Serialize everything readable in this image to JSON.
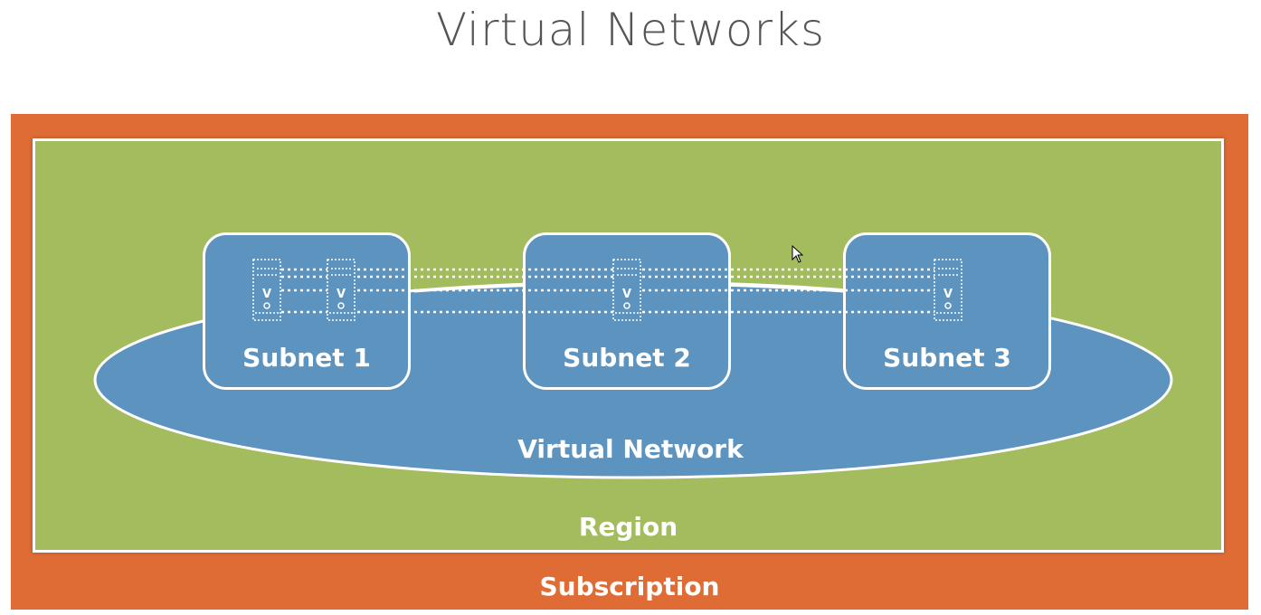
{
  "title": "Virtual Networks",
  "containers": {
    "subscription": "Subscription",
    "region": "Region",
    "virtual_network": "Virtual Network"
  },
  "subnets": [
    {
      "label": "Subnet 1",
      "servers": 2
    },
    {
      "label": "Subnet 2",
      "servers": 1
    },
    {
      "label": "Subnet 3",
      "servers": 1
    }
  ],
  "server_icon_glyph": "V",
  "colors": {
    "subscription": "#df6b35",
    "region": "#a3bd5e",
    "network": "#5c93bf",
    "text_title": "#555555"
  }
}
